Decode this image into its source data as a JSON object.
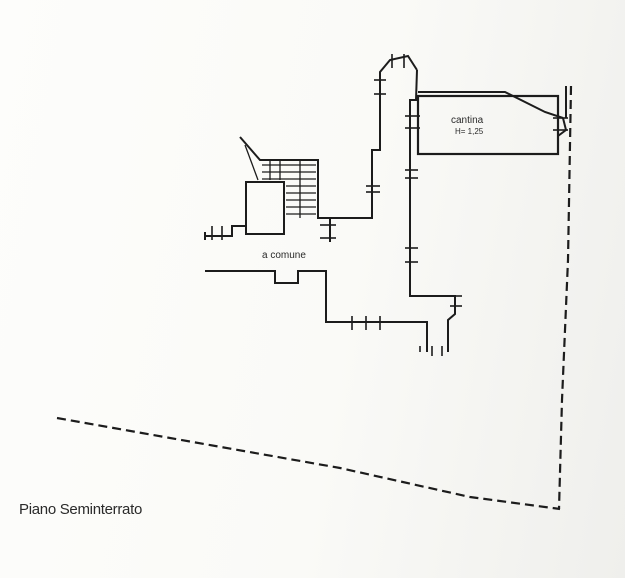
{
  "plan": {
    "caption": "Piano Seminterrato",
    "rooms": {
      "cellar_name": "cantina",
      "cellar_height": "H= 1,25",
      "common_area": "a comune"
    },
    "colors": {
      "ink": "#1c1c1c",
      "paper": "#fbfbf9"
    }
  }
}
